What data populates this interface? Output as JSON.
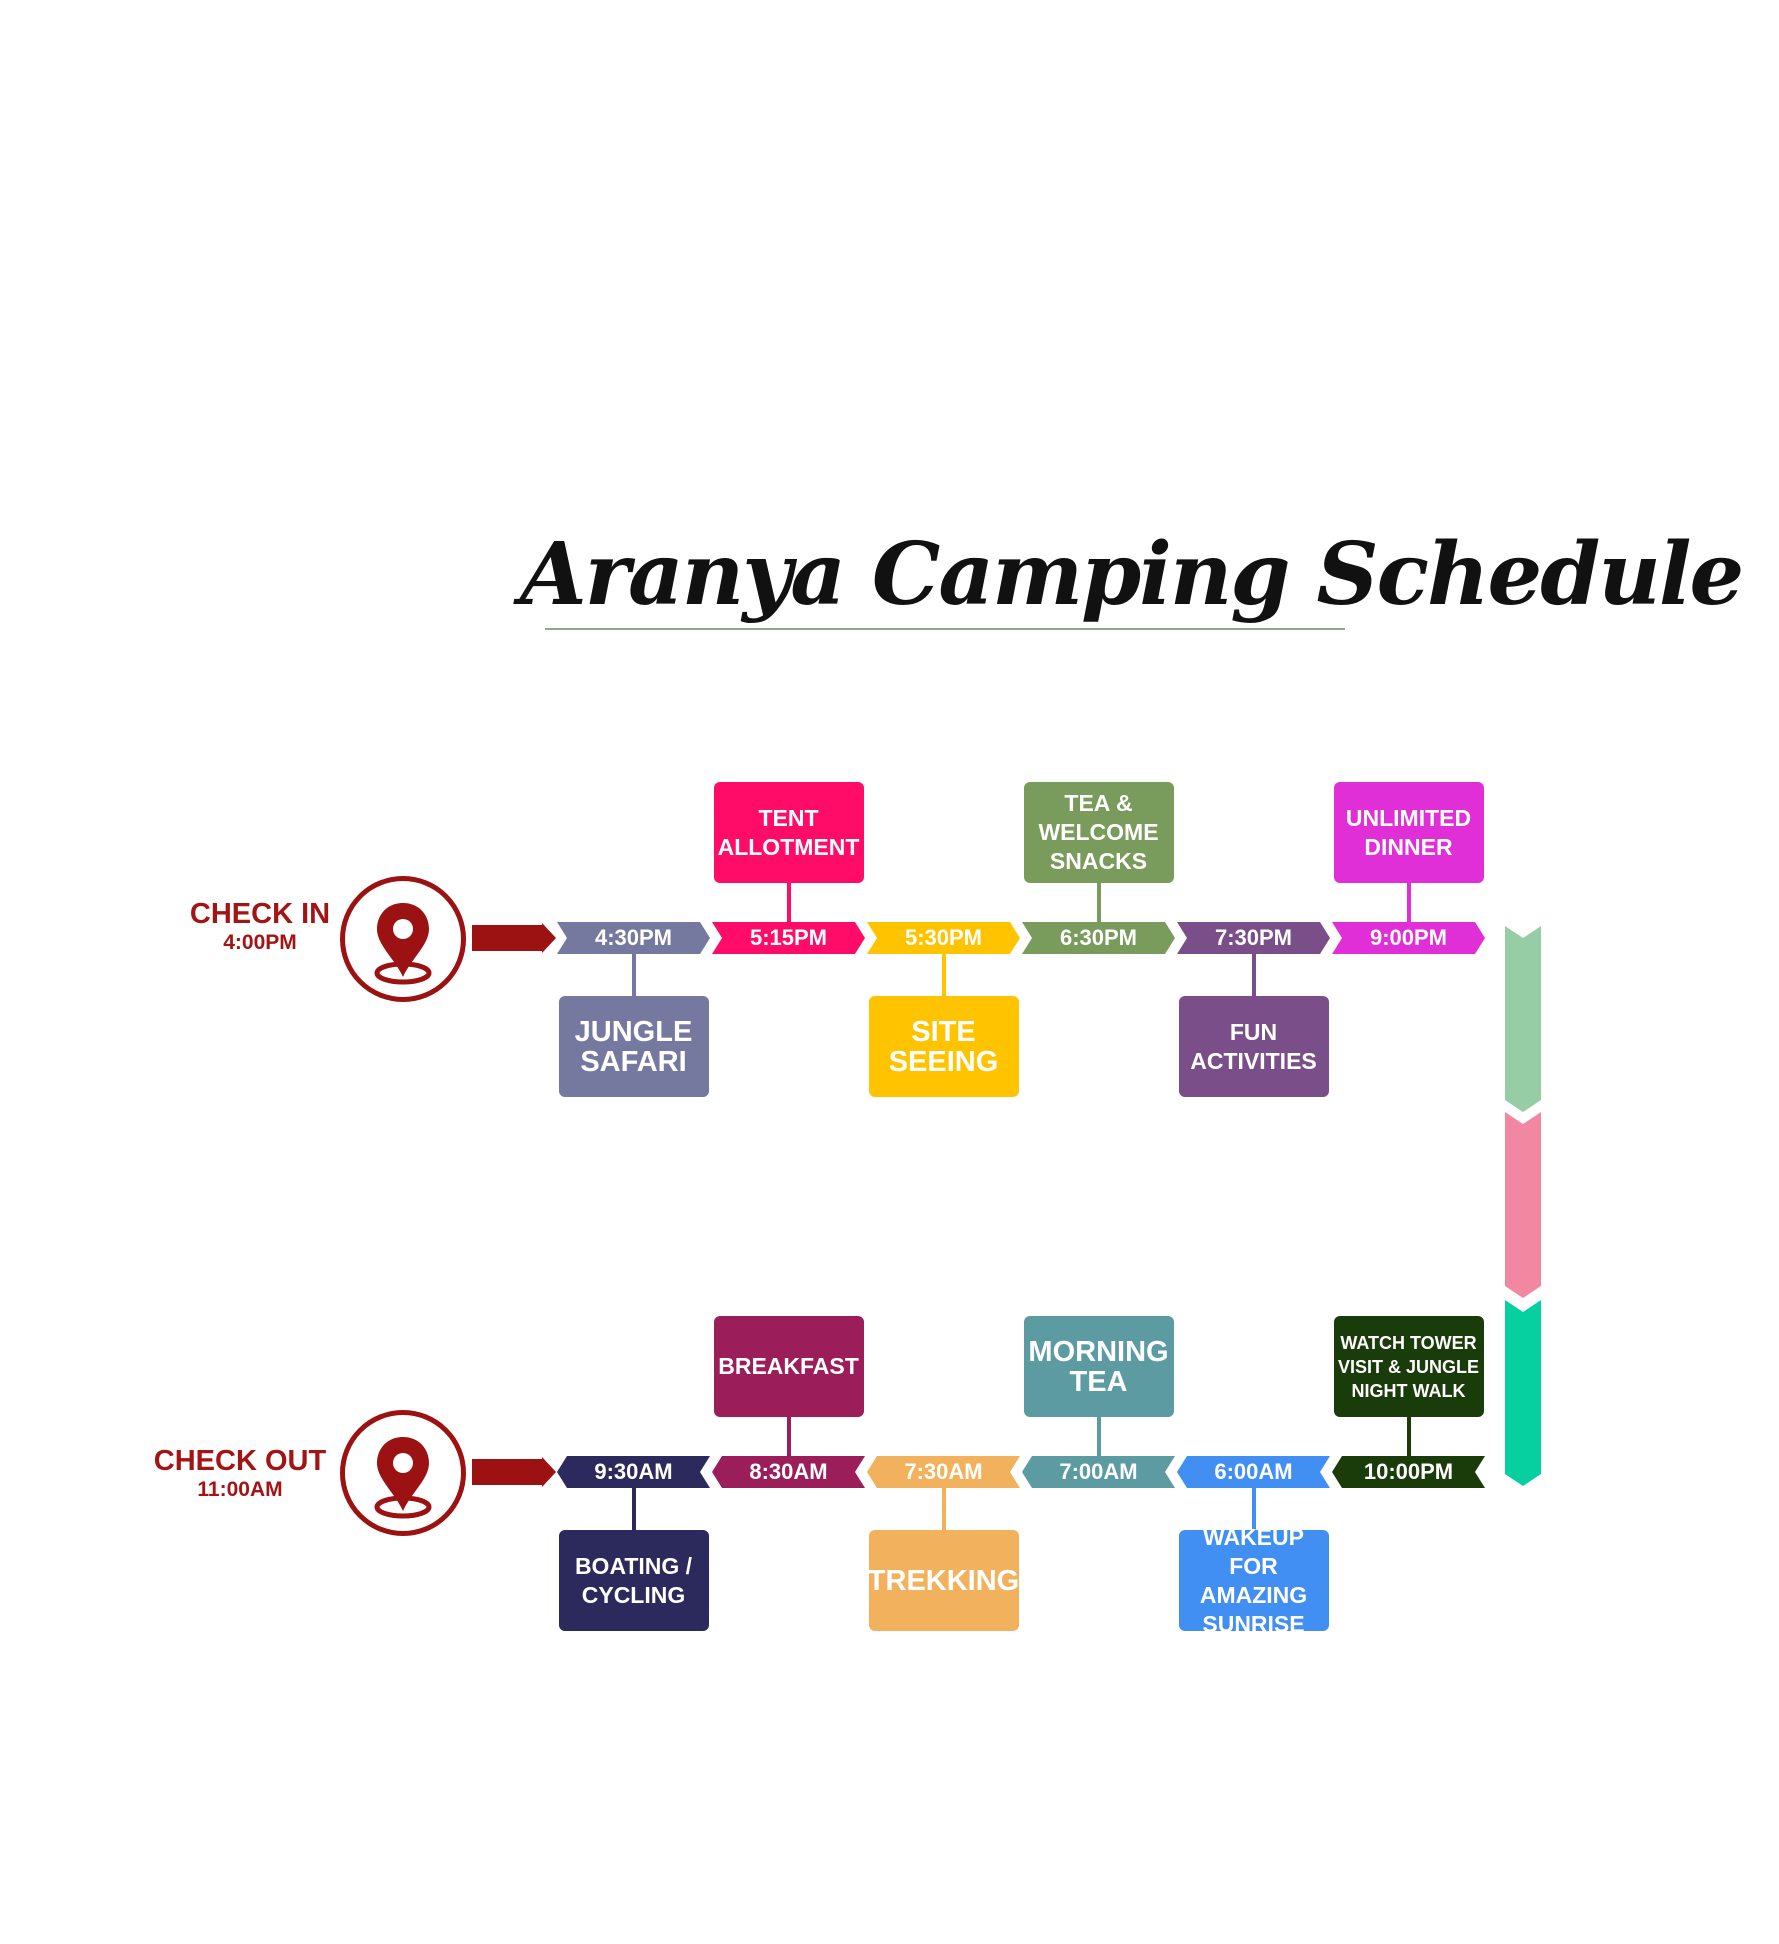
{
  "title": "Aranya Camping Schedule",
  "colors": {
    "accent_red": "#9c1111",
    "label_red": "#a31515",
    "side_segments": [
      "#97cda4",
      "#f287a2",
      "#06d0a0"
    ]
  },
  "check_in": {
    "label": "CHECK IN",
    "time": "4:00PM",
    "icon": "location-pin-icon"
  },
  "check_out": {
    "label": "CHECK OUT",
    "time": "11:00AM",
    "icon": "location-pin-icon"
  },
  "day1_timeline": [
    {
      "time": "4:30PM",
      "activity": "JUNGLE\nSAFARI",
      "position": "below",
      "color": "#76799f"
    },
    {
      "time": "5:15PM",
      "activity": "TENT\nALLOTMENT",
      "position": "above",
      "color": "#ff0b68"
    },
    {
      "time": "5:30PM",
      "activity": "SITE\nSEEING",
      "position": "below",
      "color": "#ffc300"
    },
    {
      "time": "6:30PM",
      "activity": "TEA &\nWELCOME\nSNACKS",
      "position": "above",
      "color": "#799b5c"
    },
    {
      "time": "7:30PM",
      "activity": "FUN\nACTIVITIES",
      "position": "below",
      "color": "#7a4f89"
    },
    {
      "time": "9:00PM",
      "activity": "UNLIMITED\nDINNER",
      "position": "above",
      "color": "#e12fd7"
    }
  ],
  "day2_timeline": [
    {
      "time": "9:30AM",
      "activity": "BOATING /\nCYCLING",
      "position": "below",
      "color": "#2c295c"
    },
    {
      "time": "8:30AM",
      "activity": "BREAKFAST",
      "position": "above",
      "color": "#9b1e5b"
    },
    {
      "time": "7:30AM",
      "activity": "TREKKING",
      "position": "below",
      "color": "#f2b25d"
    },
    {
      "time": "7:00AM",
      "activity": "MORNING\nTEA",
      "position": "above",
      "color": "#5d9ba2"
    },
    {
      "time": "6:00AM",
      "activity": "WAKEUP FOR\nAMAZING\nSUNRISE",
      "position": "below",
      "color": "#428ff3"
    },
    {
      "time": "10:00PM",
      "activity": "WATCH TOWER\nVISIT & JUNGLE\nNIGHT WALK",
      "position": "above",
      "color": "#1a3c0a"
    }
  ]
}
